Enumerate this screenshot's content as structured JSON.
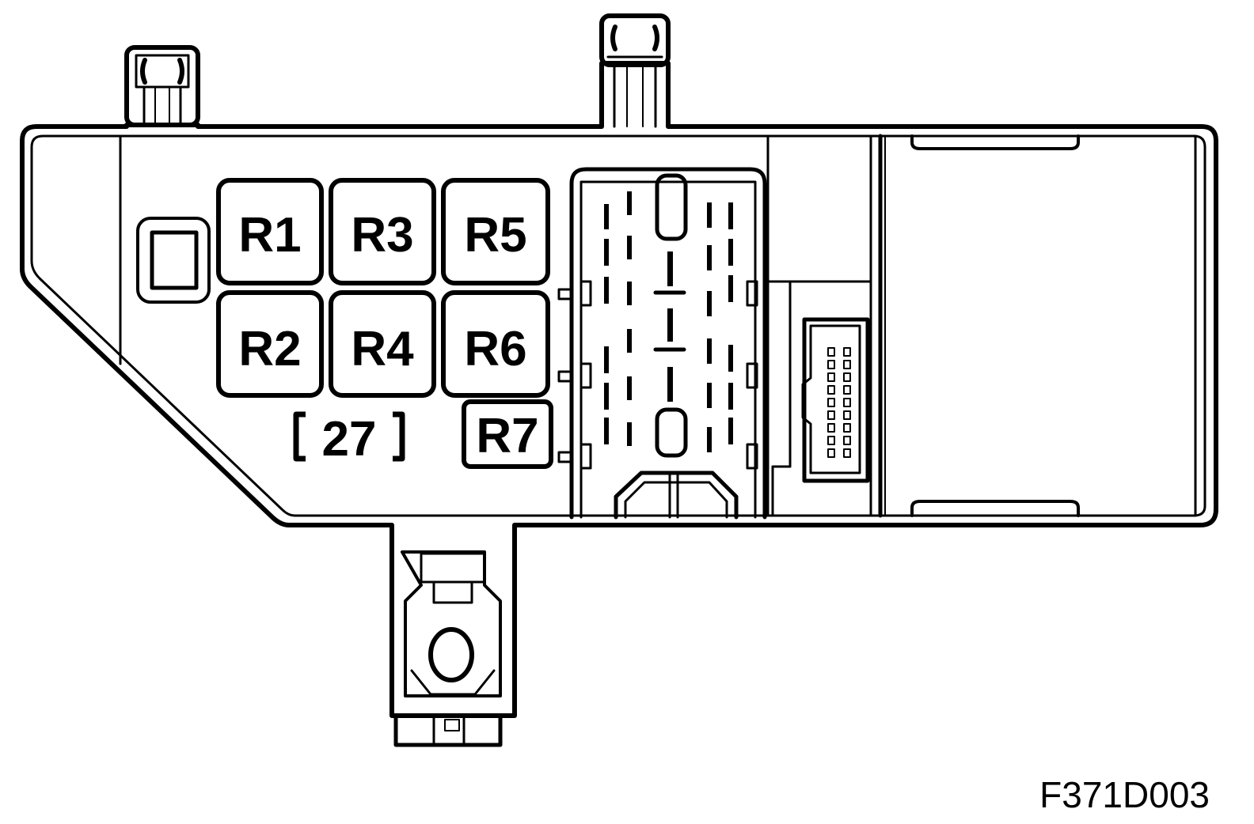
{
  "diagram": {
    "relays": [
      "R1",
      "R3",
      "R5",
      "R2",
      "R4",
      "R6",
      "R7"
    ],
    "position_code": "27",
    "figure_id": "F371D003"
  },
  "colors": {
    "line": "#000000",
    "fill": "#ffffff"
  }
}
